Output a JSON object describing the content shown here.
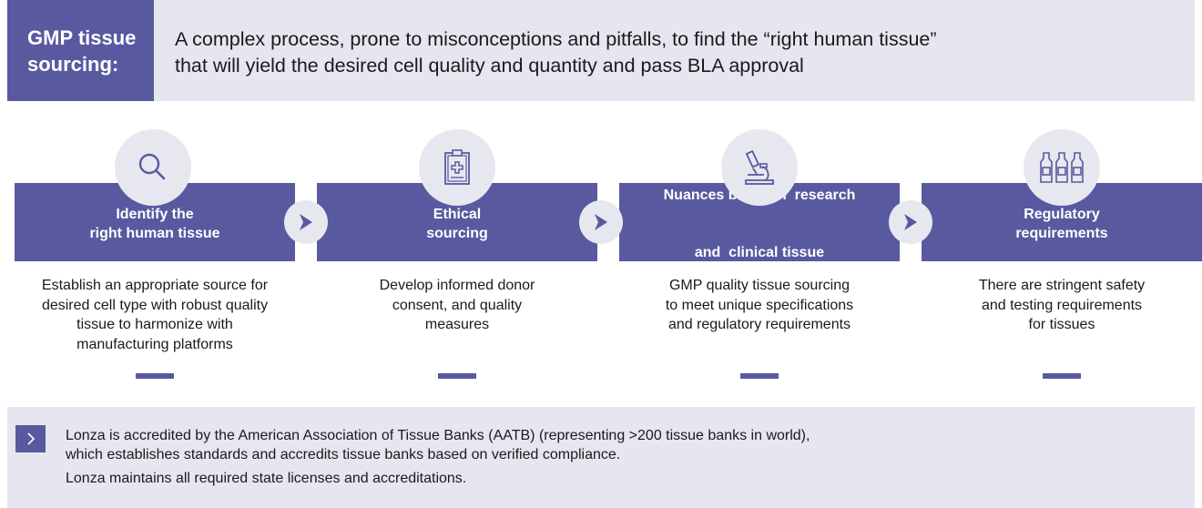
{
  "header": {
    "label": "GMP tissue sourcing:",
    "description_line1": "A complex process, prone to misconceptions and pitfalls, to find the “right human tissue”",
    "description_line2": "that will yield the desired cell quality and quantity and pass BLA approval"
  },
  "steps": [
    {
      "icon": "magnifier-icon",
      "title_line1": "Identify the",
      "title_line2": "right human tissue",
      "desc_lines": [
        "Establish an appropriate source for",
        "desired cell type with robust quality",
        "tissue to harmonize with",
        "manufacturing platforms"
      ]
    },
    {
      "icon": "clipboard-medical-icon",
      "title_line1": "Ethical",
      "title_line2": "sourcing",
      "desc_lines": [
        "Develop informed donor",
        "consent, and quality",
        "measures"
      ]
    },
    {
      "icon": "microscope-icon",
      "title_line1": "Nuances between  research",
      "title_line2": "and  clinical tissue",
      "desc_lines": [
        "GMP quality tissue sourcing",
        "to meet unique specifications",
        "and regulatory requirements"
      ]
    },
    {
      "icon": "bottles-icon",
      "title_line1": "Regulatory",
      "title_line2": "requirements",
      "desc_lines": [
        "There are stringent safety",
        "and testing requirements",
        "for tissues"
      ]
    }
  ],
  "footer": {
    "line1": "Lonza is accredited by the American Association of Tissue Banks (AATB) (representing >200 tissue banks in world),",
    "line2": "which establishes standards and accredits tissue banks based on verified compliance.",
    "line3": "Lonza maintains all required state licenses and accreditations."
  },
  "colors": {
    "accent": "#5959a0",
    "panel": "#e6e6f0",
    "circle": "#e7e7ef"
  }
}
